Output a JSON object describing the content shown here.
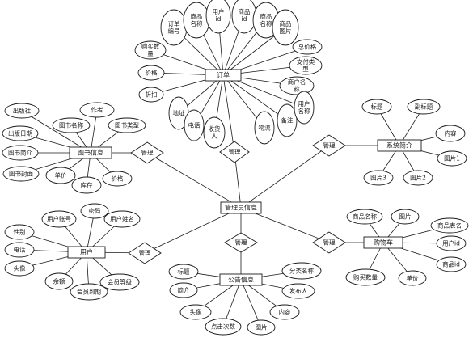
{
  "diagram": {
    "entities": [
      {
        "id": "admin",
        "label": "管理员信息"
      },
      {
        "id": "order",
        "label": "订单"
      },
      {
        "id": "bookinfo",
        "label": "图书信息"
      },
      {
        "id": "user",
        "label": "用户"
      },
      {
        "id": "notice",
        "label": "公告信息"
      },
      {
        "id": "cart",
        "label": "购物车"
      },
      {
        "id": "intro",
        "label": "系统简介"
      }
    ],
    "relations": [
      {
        "id": "r_order",
        "label": "管理"
      },
      {
        "id": "r_bookinfo",
        "label": "管理"
      },
      {
        "id": "r_user",
        "label": "管理"
      },
      {
        "id": "r_notice",
        "label": "管理"
      },
      {
        "id": "r_cart",
        "label": "管理"
      },
      {
        "id": "r_intro",
        "label": "管理"
      }
    ],
    "attributes": [
      {
        "id": "o1",
        "entity": "order",
        "lines": [
          "订单",
          "编号"
        ]
      },
      {
        "id": "o2",
        "entity": "order",
        "lines": [
          "商品",
          "名称"
        ]
      },
      {
        "id": "o3",
        "entity": "order",
        "lines": [
          "用户",
          "id"
        ]
      },
      {
        "id": "o4",
        "entity": "order",
        "lines": [
          "商品",
          "id"
        ]
      },
      {
        "id": "o5",
        "entity": "order",
        "lines": [
          "商品",
          "名称"
        ]
      },
      {
        "id": "o6",
        "entity": "order",
        "lines": [
          "商品",
          "图片"
        ]
      },
      {
        "id": "o7",
        "entity": "order",
        "lines": [
          "购买数",
          "量"
        ]
      },
      {
        "id": "o8",
        "entity": "order",
        "lines": [
          "价格"
        ]
      },
      {
        "id": "o9",
        "entity": "order",
        "lines": [
          "折扣"
        ]
      },
      {
        "id": "o10",
        "entity": "order",
        "lines": [
          "总价格"
        ]
      },
      {
        "id": "o11",
        "entity": "order",
        "lines": [
          "支付类",
          "型"
        ]
      },
      {
        "id": "o12",
        "entity": "order",
        "lines": [
          "商户名",
          "称"
        ]
      },
      {
        "id": "o13",
        "entity": "order",
        "lines": [
          "地址"
        ]
      },
      {
        "id": "o14",
        "entity": "order",
        "lines": [
          "电话"
        ]
      },
      {
        "id": "o15",
        "entity": "order",
        "lines": [
          "收货",
          "人"
        ]
      },
      {
        "id": "o16",
        "entity": "order",
        "lines": [
          "物流"
        ]
      },
      {
        "id": "o17",
        "entity": "order",
        "lines": [
          "备注"
        ]
      },
      {
        "id": "o18",
        "entity": "order",
        "lines": [
          "用户",
          "名称"
        ]
      },
      {
        "id": "b1",
        "entity": "bookinfo",
        "lines": [
          "出版社"
        ]
      },
      {
        "id": "b2",
        "entity": "bookinfo",
        "lines": [
          "作者"
        ]
      },
      {
        "id": "b3",
        "entity": "bookinfo",
        "lines": [
          "出版日期"
        ]
      },
      {
        "id": "b4",
        "entity": "bookinfo",
        "lines": [
          "图书名称"
        ]
      },
      {
        "id": "b5",
        "entity": "bookinfo",
        "lines": [
          "图书类型"
        ]
      },
      {
        "id": "b6",
        "entity": "bookinfo",
        "lines": [
          "图书简介"
        ]
      },
      {
        "id": "b7",
        "entity": "bookinfo",
        "lines": [
          "图书封面"
        ]
      },
      {
        "id": "b8",
        "entity": "bookinfo",
        "lines": [
          "单价"
        ]
      },
      {
        "id": "b9",
        "entity": "bookinfo",
        "lines": [
          "库存"
        ]
      },
      {
        "id": "b10",
        "entity": "bookinfo",
        "lines": [
          "价格"
        ]
      },
      {
        "id": "u1",
        "entity": "user",
        "lines": [
          "密码"
        ]
      },
      {
        "id": "u2",
        "entity": "user",
        "lines": [
          "用户账号"
        ]
      },
      {
        "id": "u3",
        "entity": "user",
        "lines": [
          "用户姓名"
        ]
      },
      {
        "id": "u4",
        "entity": "user",
        "lines": [
          "性别"
        ]
      },
      {
        "id": "u5",
        "entity": "user",
        "lines": [
          "电话"
        ]
      },
      {
        "id": "u6",
        "entity": "user",
        "lines": [
          "头像"
        ]
      },
      {
        "id": "u7",
        "entity": "user",
        "lines": [
          "余额"
        ]
      },
      {
        "id": "u8",
        "entity": "user",
        "lines": [
          "会员等级"
        ]
      },
      {
        "id": "u9",
        "entity": "user",
        "lines": [
          "会员到期"
        ]
      },
      {
        "id": "n1",
        "entity": "notice",
        "lines": [
          "标题"
        ]
      },
      {
        "id": "n2",
        "entity": "notice",
        "lines": [
          "分类名称"
        ]
      },
      {
        "id": "n3",
        "entity": "notice",
        "lines": [
          "简介"
        ]
      },
      {
        "id": "n4",
        "entity": "notice",
        "lines": [
          "发布人"
        ]
      },
      {
        "id": "n5",
        "entity": "notice",
        "lines": [
          "头像"
        ]
      },
      {
        "id": "n6",
        "entity": "notice",
        "lines": [
          "内容"
        ]
      },
      {
        "id": "n7",
        "entity": "notice",
        "lines": [
          "点击次数"
        ]
      },
      {
        "id": "n8",
        "entity": "notice",
        "lines": [
          "图片"
        ]
      },
      {
        "id": "c1",
        "entity": "cart",
        "lines": [
          "商品名称"
        ]
      },
      {
        "id": "c2",
        "entity": "cart",
        "lines": [
          "图片"
        ]
      },
      {
        "id": "c3",
        "entity": "cart",
        "lines": [
          "商品表名"
        ]
      },
      {
        "id": "c4",
        "entity": "cart",
        "lines": [
          "用户id"
        ]
      },
      {
        "id": "c5",
        "entity": "cart",
        "lines": [
          "商品id"
        ]
      },
      {
        "id": "c6",
        "entity": "cart",
        "lines": [
          "购买数量"
        ]
      },
      {
        "id": "c7",
        "entity": "cart",
        "lines": [
          "单价"
        ]
      },
      {
        "id": "s1",
        "entity": "intro",
        "lines": [
          "标题"
        ]
      },
      {
        "id": "s2",
        "entity": "intro",
        "lines": [
          "副标题"
        ]
      },
      {
        "id": "s3",
        "entity": "intro",
        "lines": [
          "内容"
        ]
      },
      {
        "id": "s4",
        "entity": "intro",
        "lines": [
          "图片1"
        ]
      },
      {
        "id": "s5",
        "entity": "intro",
        "lines": [
          "图片3"
        ]
      },
      {
        "id": "s6",
        "entity": "intro",
        "lines": [
          "图片2"
        ]
      }
    ]
  }
}
